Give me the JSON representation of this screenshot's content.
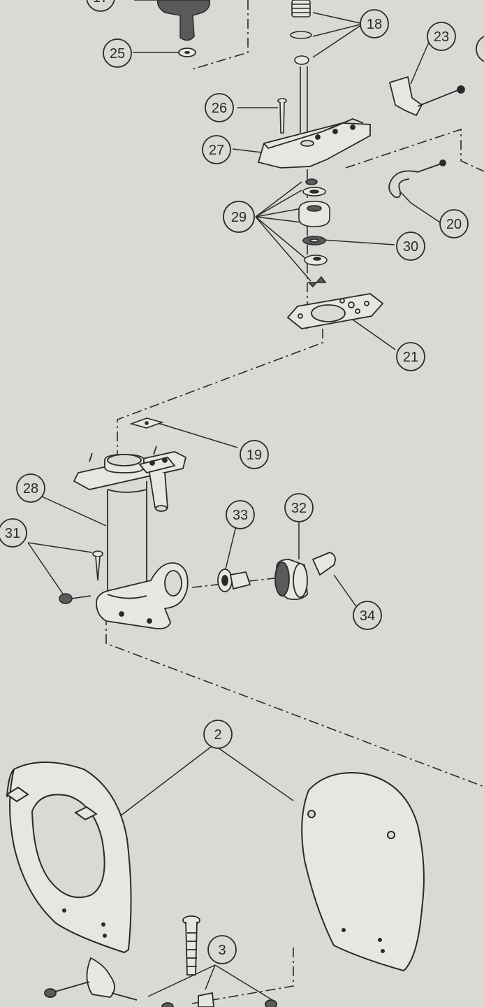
{
  "diagram": {
    "colors": {
      "paper": "#d9d9d5",
      "ink": "#2a2a2a",
      "part_fill": "#e6e6e2",
      "shade": "#5a5a5a"
    },
    "callouts": [
      {
        "id": "17",
        "label": "17"
      },
      {
        "id": "18",
        "label": "18"
      },
      {
        "id": "23",
        "label": "23"
      },
      {
        "id": "25",
        "label": "25"
      },
      {
        "id": "26",
        "label": "26"
      },
      {
        "id": "27",
        "label": "27"
      },
      {
        "id": "29",
        "label": "29"
      },
      {
        "id": "30",
        "label": "30"
      },
      {
        "id": "20",
        "label": "20"
      },
      {
        "id": "21",
        "label": "21"
      },
      {
        "id": "19",
        "label": "19"
      },
      {
        "id": "28",
        "label": "28"
      },
      {
        "id": "31",
        "label": "31"
      },
      {
        "id": "33",
        "label": "33"
      },
      {
        "id": "32",
        "label": "32"
      },
      {
        "id": "34",
        "label": "34"
      },
      {
        "id": "2",
        "label": "2"
      },
      {
        "id": "3",
        "label": "3"
      }
    ]
  }
}
